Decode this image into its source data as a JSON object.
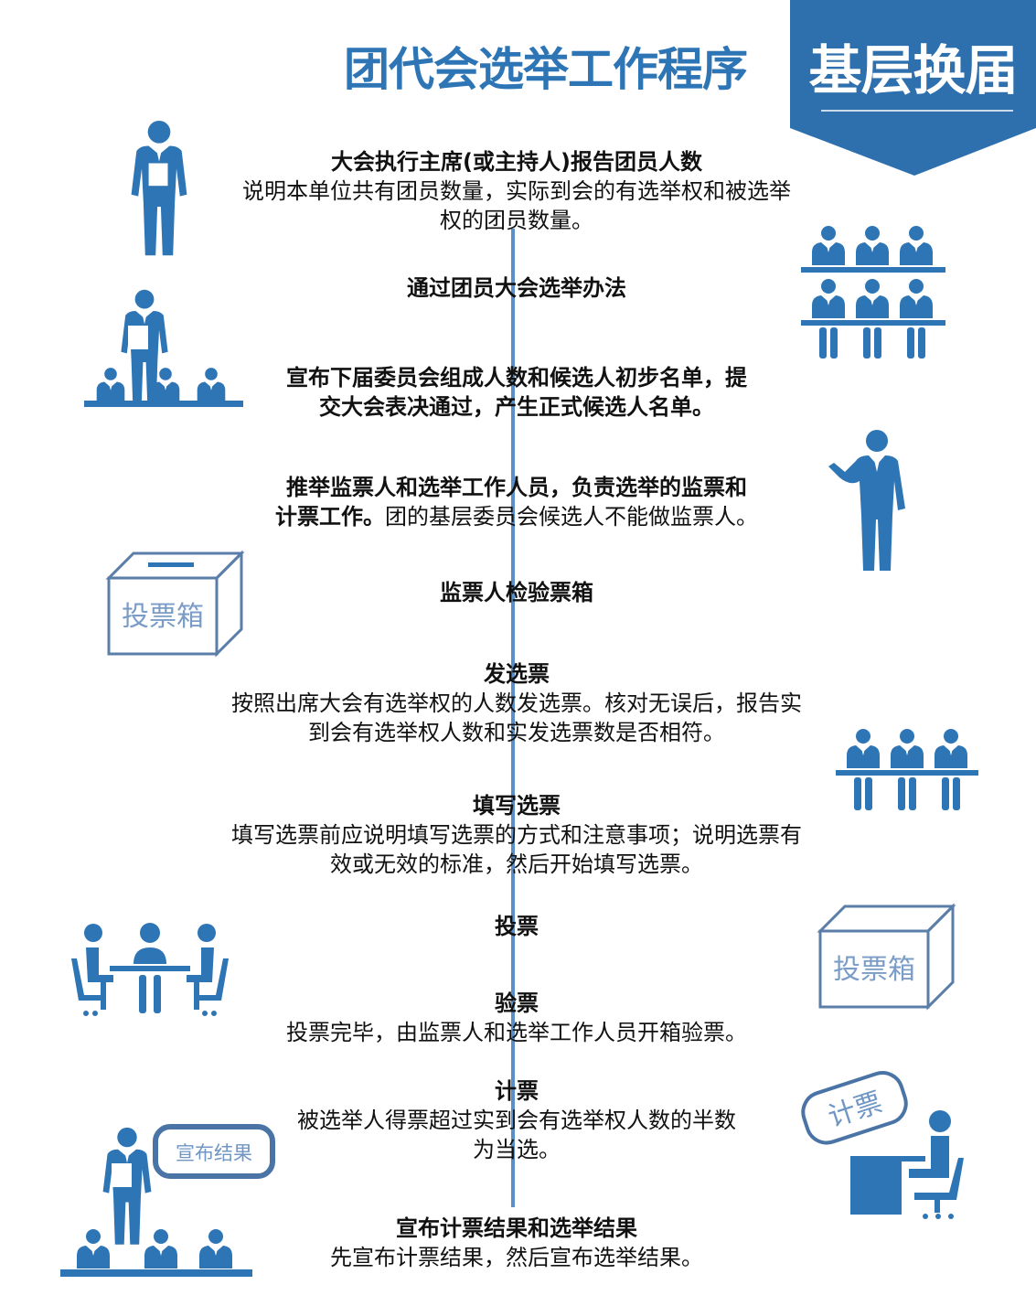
{
  "header": {
    "title": "团代会选举工作程序",
    "banner": "基层换届",
    "accent": "#2e75b6"
  },
  "steps": [
    {
      "title": "大会执行主席(或主持人)报告团员人数",
      "desc": [
        "说明本单位共有团员数量，实际到会的有选举权和被选举",
        "权的团员数量。"
      ]
    },
    {
      "title": "通过团员大会选举办法",
      "desc": []
    },
    {
      "title_lines": [
        "宣布下届委员会组成人数和候选人初步名单，提",
        "交大会表决通过，产生正式候选人名单。"
      ]
    },
    {
      "title_lines": [
        "推举监票人和选举工作人员，负责选举的监票和",
        "计票工作。"
      ],
      "desc_inline": "团的基层委员会候选人不能做监票人。"
    },
    {
      "title": "监票人检验票箱",
      "desc": []
    },
    {
      "title": "发选票",
      "desc": [
        "按照出席大会有选举权的人数发选票。核对无误后，报告实",
        "到会有选举权人数和实发选票数是否相符。"
      ]
    },
    {
      "title": "填写选票",
      "desc": [
        "填写选票前应说明填写选票的方式和注意事项；说明选票有",
        "效或无效的标准，然后开始填写选票。"
      ]
    },
    {
      "title": "投票",
      "desc": []
    },
    {
      "title": "验票",
      "desc": [
        "投票完毕，由监票人和选举工作人员开箱验票。"
      ]
    },
    {
      "title": "计票",
      "desc": [
        "被选举人得票超过实到会有选举权人数的半数",
        "为当选。"
      ]
    },
    {
      "title": "宣布计票结果和选举结果",
      "desc": [
        "先宣布计票结果，然后宣布选举结果。"
      ]
    }
  ],
  "illustrations": {
    "ballot_box_label": "投票箱",
    "count_sign": "计票",
    "announce_sign": "宣布结果"
  }
}
